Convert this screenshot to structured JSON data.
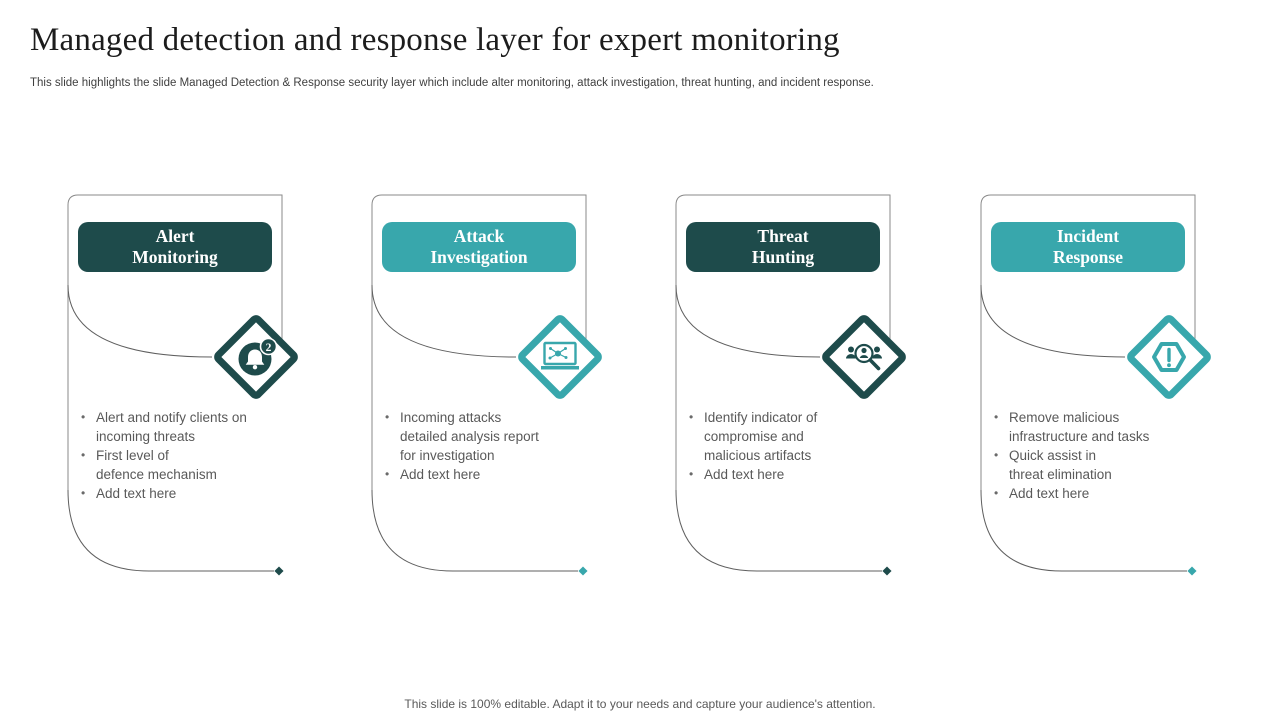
{
  "slide": {
    "title": "Managed detection and response layer for expert monitoring",
    "subtitle": "This slide highlights the slide Managed Detection & Response security layer which include alter monitoring, attack investigation, threat hunting, and incident response.",
    "footer": "This slide is 100% editable. Adapt it to your needs and capture your audience's attention."
  },
  "colors": {
    "dark_teal": "#1E4B4B",
    "light_teal": "#38A7AC",
    "body_text_gray": "#595959",
    "line_gray": "#8a8a8a"
  },
  "columns": [
    {
      "title": "Alert\nMonitoring",
      "theme": "dark",
      "icon": "bell-notification-icon",
      "badge": "2",
      "bullets": [
        "Alert and notify  clients on\nincoming threats",
        "First level of\ndefence mechanism",
        "Add text here"
      ]
    },
    {
      "title": "Attack\nInvestigation",
      "theme": "light",
      "icon": "laptop-malware-icon",
      "bullets": [
        "Incoming  attacks\ndetailed analysis report\nfor investigation",
        "Add text here"
      ]
    },
    {
      "title": "Threat\nHunting",
      "theme": "dark",
      "icon": "people-search-icon",
      "bullets": [
        "Identify  indicator of\ncompromise and\nmalicious artifacts",
        "Add text here"
      ]
    },
    {
      "title": "Incident\nResponse",
      "theme": "light",
      "icon": "warning-hexagon-icon",
      "bullets": [
        "Remove malicious\ninfrastructure  and tasks",
        "Quick assist in\nthreat elimination",
        "Add text here"
      ]
    }
  ]
}
